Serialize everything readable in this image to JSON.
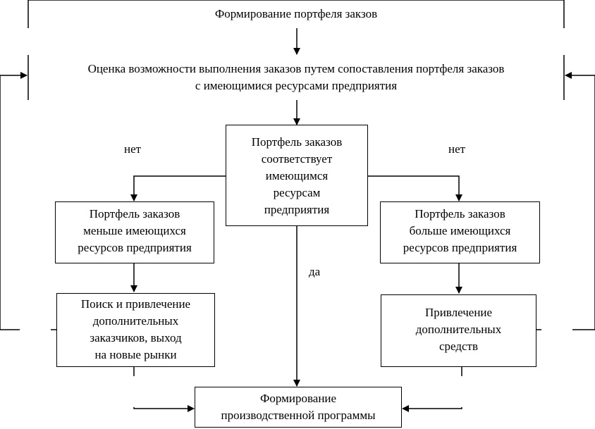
{
  "title_block": {
    "label": "Формирование портфеля закзов"
  },
  "evaluation_block": {
    "line1": "Оценка возможности выполнения заказов путем сопоставления портфеля заказов",
    "line2": "с имеющимися ресурсами предприятия"
  },
  "decision_block": {
    "lines": [
      "Портфель заказов",
      "соответствует",
      "имеющимся",
      "ресурсам",
      "предприятия"
    ]
  },
  "left_result_block": {
    "lines": [
      "Портфель заказов",
      "меньше имеющихся",
      "ресурсов предприятия"
    ]
  },
  "right_result_block": {
    "lines": [
      "Портфель заказов",
      "больше имеющихся",
      "ресурсов предприятия"
    ]
  },
  "left_action_block": {
    "lines": [
      "Поиск и привлечение",
      "дополнительных",
      "заказчиков, выход",
      "на новые рынки"
    ]
  },
  "right_action_block": {
    "lines": [
      "Привлечение",
      "дополнительных",
      "средств"
    ]
  },
  "final_block": {
    "lines": [
      "Формирование",
      "производственной программы"
    ]
  },
  "edge_labels": {
    "left_no": "нет",
    "right_no": "нет",
    "yes": "да"
  }
}
